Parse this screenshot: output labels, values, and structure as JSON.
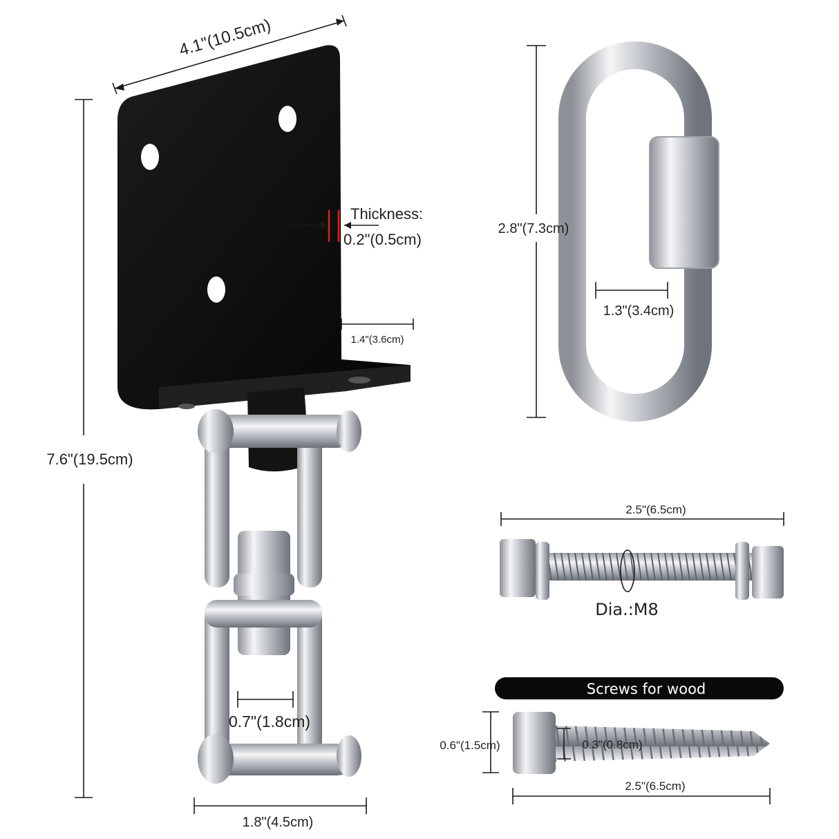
{
  "colors": {
    "background": "#ffffff",
    "bracket": "#0d0d0d",
    "metal": "#c8cbd0",
    "dimension_line": "#1a1a1a",
    "thickness_marker": "#e02020",
    "banner": "#0a0a0a"
  },
  "dimensions": {
    "plate_width": "4.1\"(10.5cm)",
    "total_height": "7.6\"(19.5cm)",
    "thickness_title": "Thickness:",
    "thickness_value": "0.2\"(0.5cm)",
    "flange_depth": "1.4\"(3.6cm)",
    "shackle_gap": "0.7\"(1.8cm)",
    "bottom_width": "1.8\"(4.5cm)",
    "link_height": "2.8\"(7.3cm)",
    "link_gap": "1.3\"(3.4cm)",
    "bolt_length": "2.5\"(6.5cm)",
    "bolt_diameter": "Dia.:M8",
    "screw_head": "0.6\"(1.5cm)",
    "screw_shank": "0.3\"(0.8cm)",
    "screw_length": "2.5\"(6.5cm)"
  },
  "banner": {
    "label": "Screws for wood"
  }
}
